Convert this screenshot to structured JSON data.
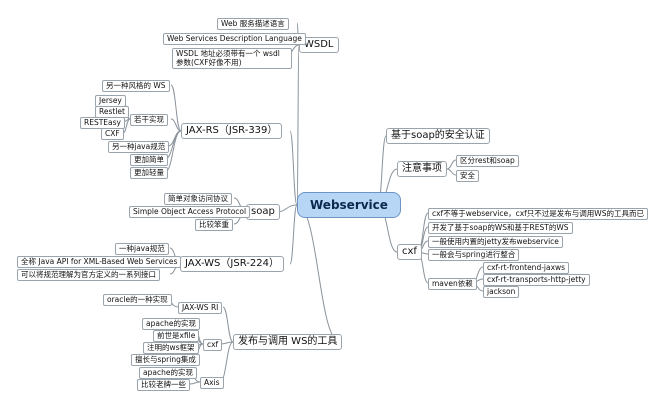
{
  "root": "Webservice",
  "wsdl": {
    "label": "WSDL",
    "items": [
      "Web 服务描述语言",
      "Web Services Description Language",
      "WSDL 地址必须带有一个 wsdl 参数(CXF好像不用)"
    ]
  },
  "jaxrs": {
    "label": "JAX-RS（JSR-339）",
    "items": [
      "另一种风格的 WS",
      "另一种java规范",
      "更加简单",
      "更加轻量"
    ],
    "impl": {
      "label": "若干实现",
      "items": [
        "Jersey",
        "Restlet",
        "RESTEasy",
        "CXF"
      ]
    }
  },
  "soap": {
    "label": "soap",
    "items": [
      "简单对象访问协议",
      "Simple Object Access Protocol",
      "比较笨重"
    ]
  },
  "jaxws": {
    "label": "JAX-WS（JSR-224）",
    "items": [
      "一种java规范",
      "全称 Java API for XML-Based Web Services",
      "可以将规范理解为官方定义的一系列接口"
    ]
  },
  "tools": {
    "label": "发布与调用 WS的工具",
    "jaxws_ri": {
      "label": "JAX-WS RI",
      "items": [
        "oracle的一种实现"
      ]
    },
    "cxf": {
      "label": "cxf",
      "items": [
        "apache的实现",
        "前世是xfile",
        "注明的ws框架",
        "擅长与spring集成"
      ]
    },
    "axis": {
      "label": "Axis",
      "items": [
        "apache的实现",
        "比较老牌一些"
      ]
    }
  },
  "security": {
    "label": "基于soap的安全认证"
  },
  "notes": {
    "label": "注意事项",
    "items": [
      "区分rest和soap",
      "安全"
    ]
  },
  "cxf_right": {
    "label": "cxf",
    "items": [
      "cxf不等于webservice，cxf只不过是发布与调用WS的工具而已",
      "开发了基于soap的WS和基于REST的WS",
      "一般使用内置的jetty发布webservice",
      "一般会与spring进行整合"
    ],
    "maven": {
      "label": "maven依赖",
      "items": [
        "cxf-rt-frontend-jaxws",
        "cxf-rt-transports-http-jetty",
        "jackson"
      ]
    }
  }
}
